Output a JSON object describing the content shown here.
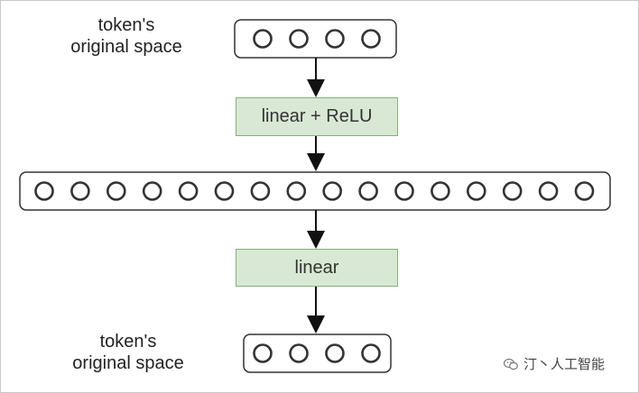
{
  "top_label": {
    "line1": "token's",
    "line2": "original space"
  },
  "bottom_label": {
    "line1": "token's",
    "line2": "original space"
  },
  "blocks": {
    "first": "linear + ReLU",
    "second": "linear"
  },
  "vectors": {
    "input_units": 4,
    "hidden_units": 16,
    "output_units": 4
  },
  "watermark": {
    "text": "汀丶人工智能",
    "icon": "wechat-icon"
  },
  "colors": {
    "block_fill": "#d8e8d4",
    "block_border": "#86b07c",
    "line": "#333333"
  }
}
